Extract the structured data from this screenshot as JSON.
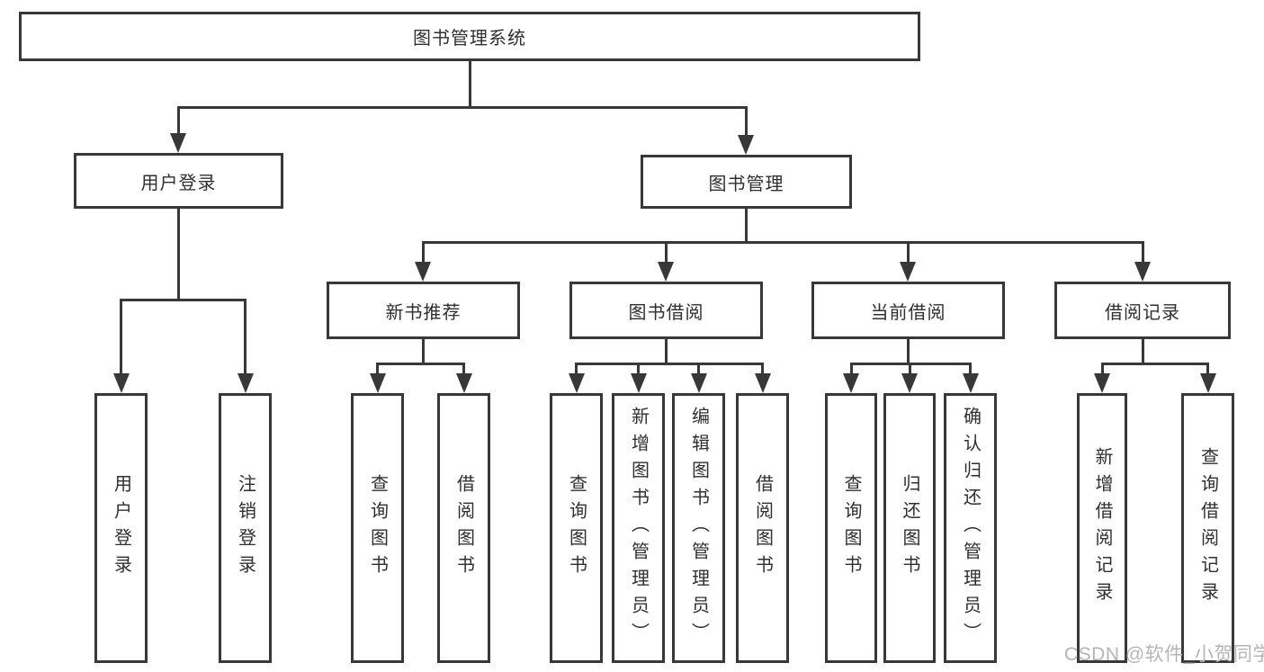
{
  "diagram": {
    "root": {
      "label": "图书管理系统"
    },
    "branches": [
      {
        "label": "用户登录",
        "children": [
          {
            "label": "用户登录"
          },
          {
            "label": "注销登录"
          }
        ]
      },
      {
        "label": "图书管理",
        "children": [
          {
            "label": "新书推荐",
            "children": [
              {
                "label": "查询图书"
              },
              {
                "label": "借阅图书"
              }
            ]
          },
          {
            "label": "图书借阅",
            "children": [
              {
                "label": "查询图书"
              },
              {
                "label": "新增图书（管理员）"
              },
              {
                "label": "编辑图书（管理员）"
              },
              {
                "label": "借阅图书"
              }
            ]
          },
          {
            "label": "当前借阅",
            "children": [
              {
                "label": "查询图书"
              },
              {
                "label": "归还图书"
              },
              {
                "label": "确认归还（管理员）"
              }
            ]
          },
          {
            "label": "借阅记录",
            "children": [
              {
                "label": "新增借阅记录"
              },
              {
                "label": "查询借阅记录"
              }
            ]
          }
        ]
      }
    ]
  },
  "watermark": {
    "text": "CSDN @软件_小贺同学"
  },
  "colors": {
    "line": "#383838",
    "text": "#2f2f2f",
    "watermark": "#b4b4b4",
    "background": "#ffffff"
  }
}
